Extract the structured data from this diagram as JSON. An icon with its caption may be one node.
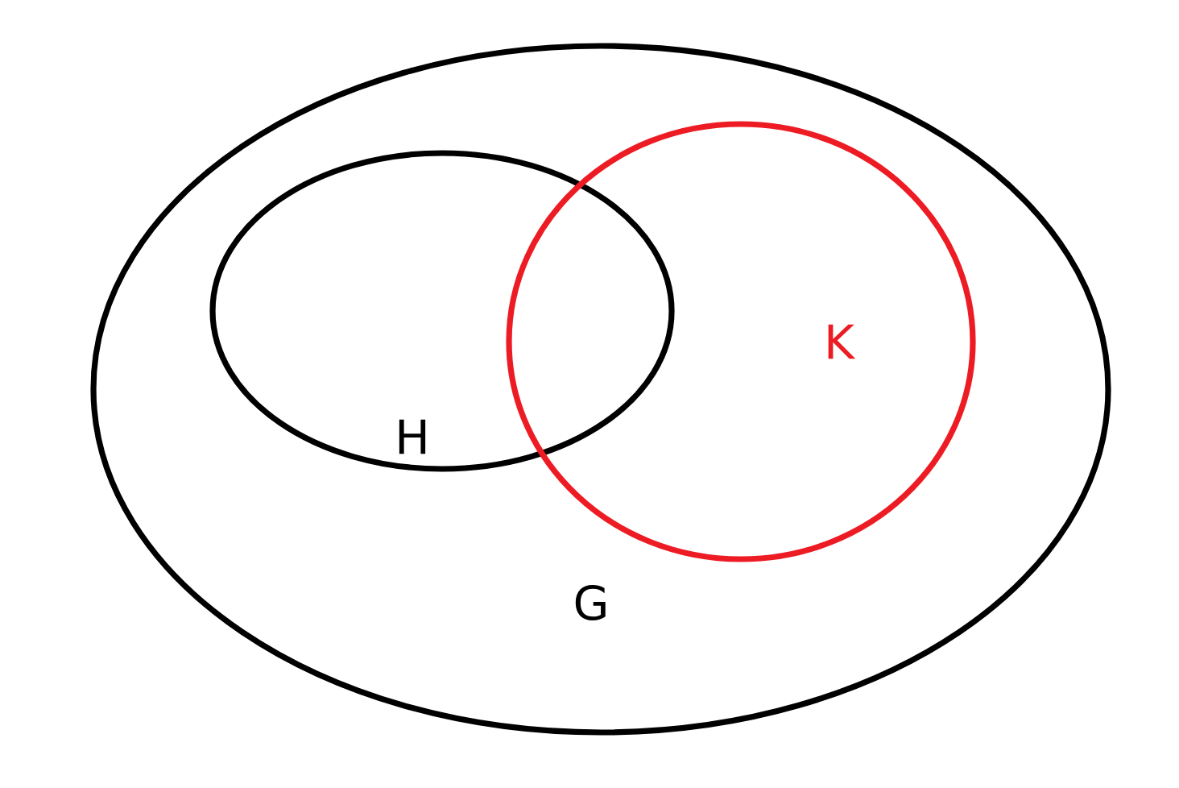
{
  "diagram": {
    "nodes": [
      {
        "text": [
          "G"
        ]
      },
      {
        "text": [
          "H"
        ],
        "in": 0
      },
      {
        "text": [
          "K"
        ],
        "in": 0
      }
    ]
  }
}
